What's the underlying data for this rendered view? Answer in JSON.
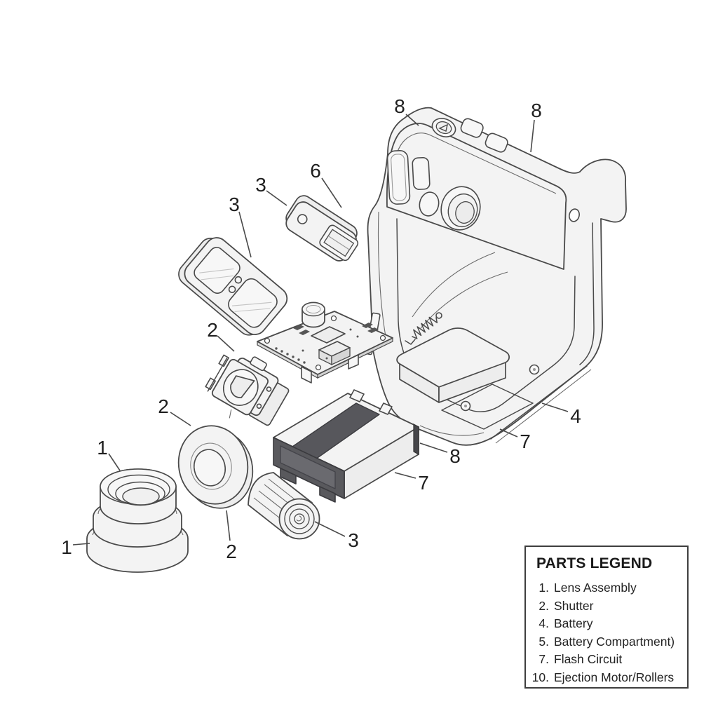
{
  "colors": {
    "line": "#4a4a4a",
    "fill_light": "#f3f3f3",
    "fill_dark": "#59595d",
    "background": "#ffffff"
  },
  "callouts": [
    "8",
    "8",
    "6",
    "3",
    "3",
    "2",
    "2",
    "1",
    "1",
    "2",
    "3",
    "7",
    "8",
    "4",
    "7"
  ],
  "legend": {
    "title": "PARTS LEGEND",
    "items": [
      {
        "num": "1.",
        "label": "Lens Assembly"
      },
      {
        "num": "2.",
        "label": "Shutter"
      },
      {
        "num": "4.",
        "label": "Battery"
      },
      {
        "num": "5.",
        "label": "Battery Compartment)"
      },
      {
        "num": "7.",
        "label": "Flash Circuit"
      },
      {
        "num": "10.",
        "label": "Ejection Motor/Rollers"
      }
    ]
  }
}
